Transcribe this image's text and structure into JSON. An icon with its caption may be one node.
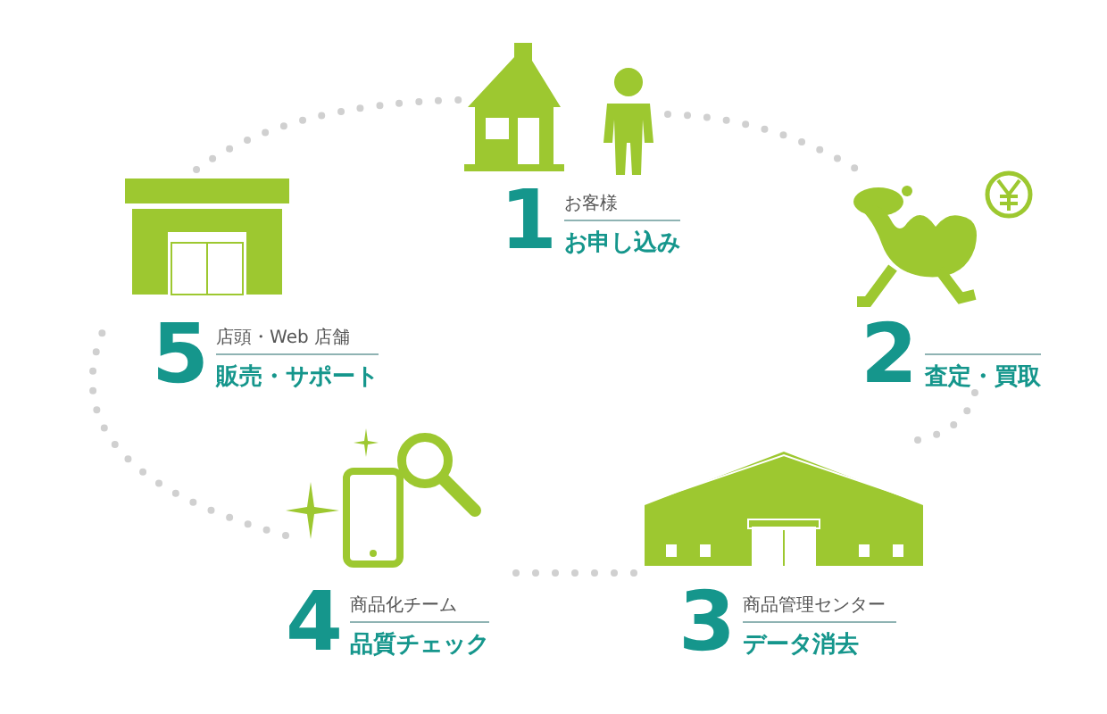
{
  "diagram": {
    "nodes": [
      {
        "text": [
          "1",
          "お客様",
          "お申し込み"
        ]
      },
      {
        "text": [
          "2",
          "査定・買取"
        ]
      },
      {
        "text": [
          "3",
          "商品管理センター",
          "データ消去"
        ]
      },
      {
        "text": [
          "4",
          "商品化チーム",
          "品質チェック"
        ]
      },
      {
        "text": [
          "5",
          "店頭・Web 店舗",
          "販売・サポート"
        ]
      }
    ],
    "edges": [
      {
        "from": 0,
        "to": 1,
        "arrow": "none"
      },
      {
        "from": 1,
        "to": 2,
        "arrow": "none"
      },
      {
        "from": 2,
        "to": 3,
        "arrow": "none"
      },
      {
        "from": 3,
        "to": 4,
        "arrow": "none"
      },
      {
        "from": 4,
        "to": 0,
        "arrow": "none"
      }
    ]
  }
}
